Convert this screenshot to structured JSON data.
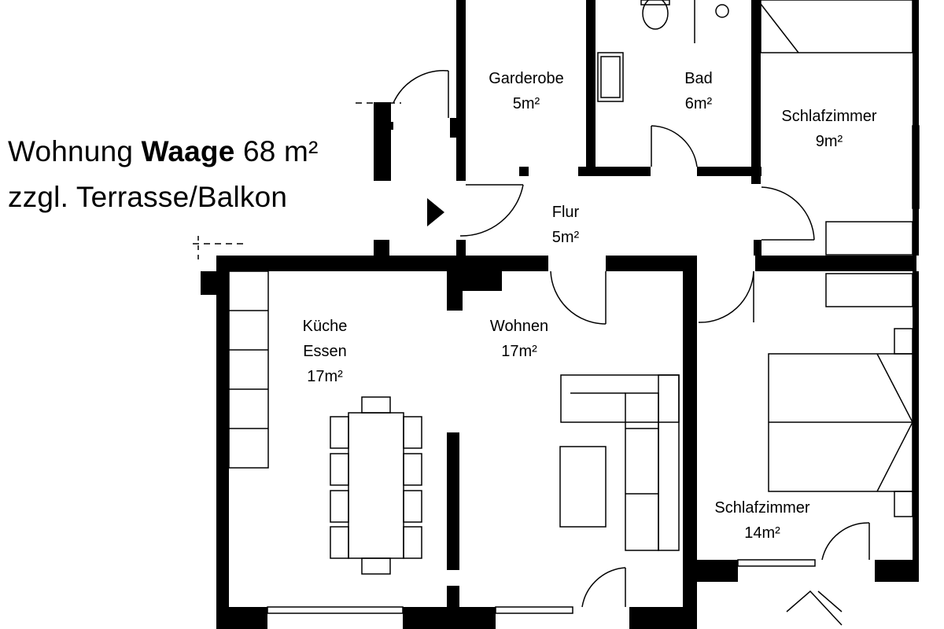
{
  "title": {
    "line1_prefix": "Wohnung ",
    "line1_name": "Waage",
    "line1_suffix": " 68 m²",
    "line2": "zzgl. Terrasse/Balkon"
  },
  "rooms": {
    "garderobe": {
      "name": "Garderobe",
      "area": "5m²"
    },
    "bad": {
      "name": "Bad",
      "area": "6m²"
    },
    "schlafzimmer_small": {
      "name": "Schlafzimmer",
      "area": "9m²"
    },
    "flur": {
      "name": "Flur",
      "area": "5m²"
    },
    "kueche": {
      "name1": "Küche",
      "name2": "Essen",
      "area": "17m²"
    },
    "wohnen": {
      "name": "Wohnen",
      "area": "17m²"
    },
    "schlafzimmer_large": {
      "name": "Schlafzimmer",
      "area": "14m²"
    }
  },
  "colors": {
    "wall": "#000000",
    "line": "#000000",
    "background": "#ffffff"
  }
}
